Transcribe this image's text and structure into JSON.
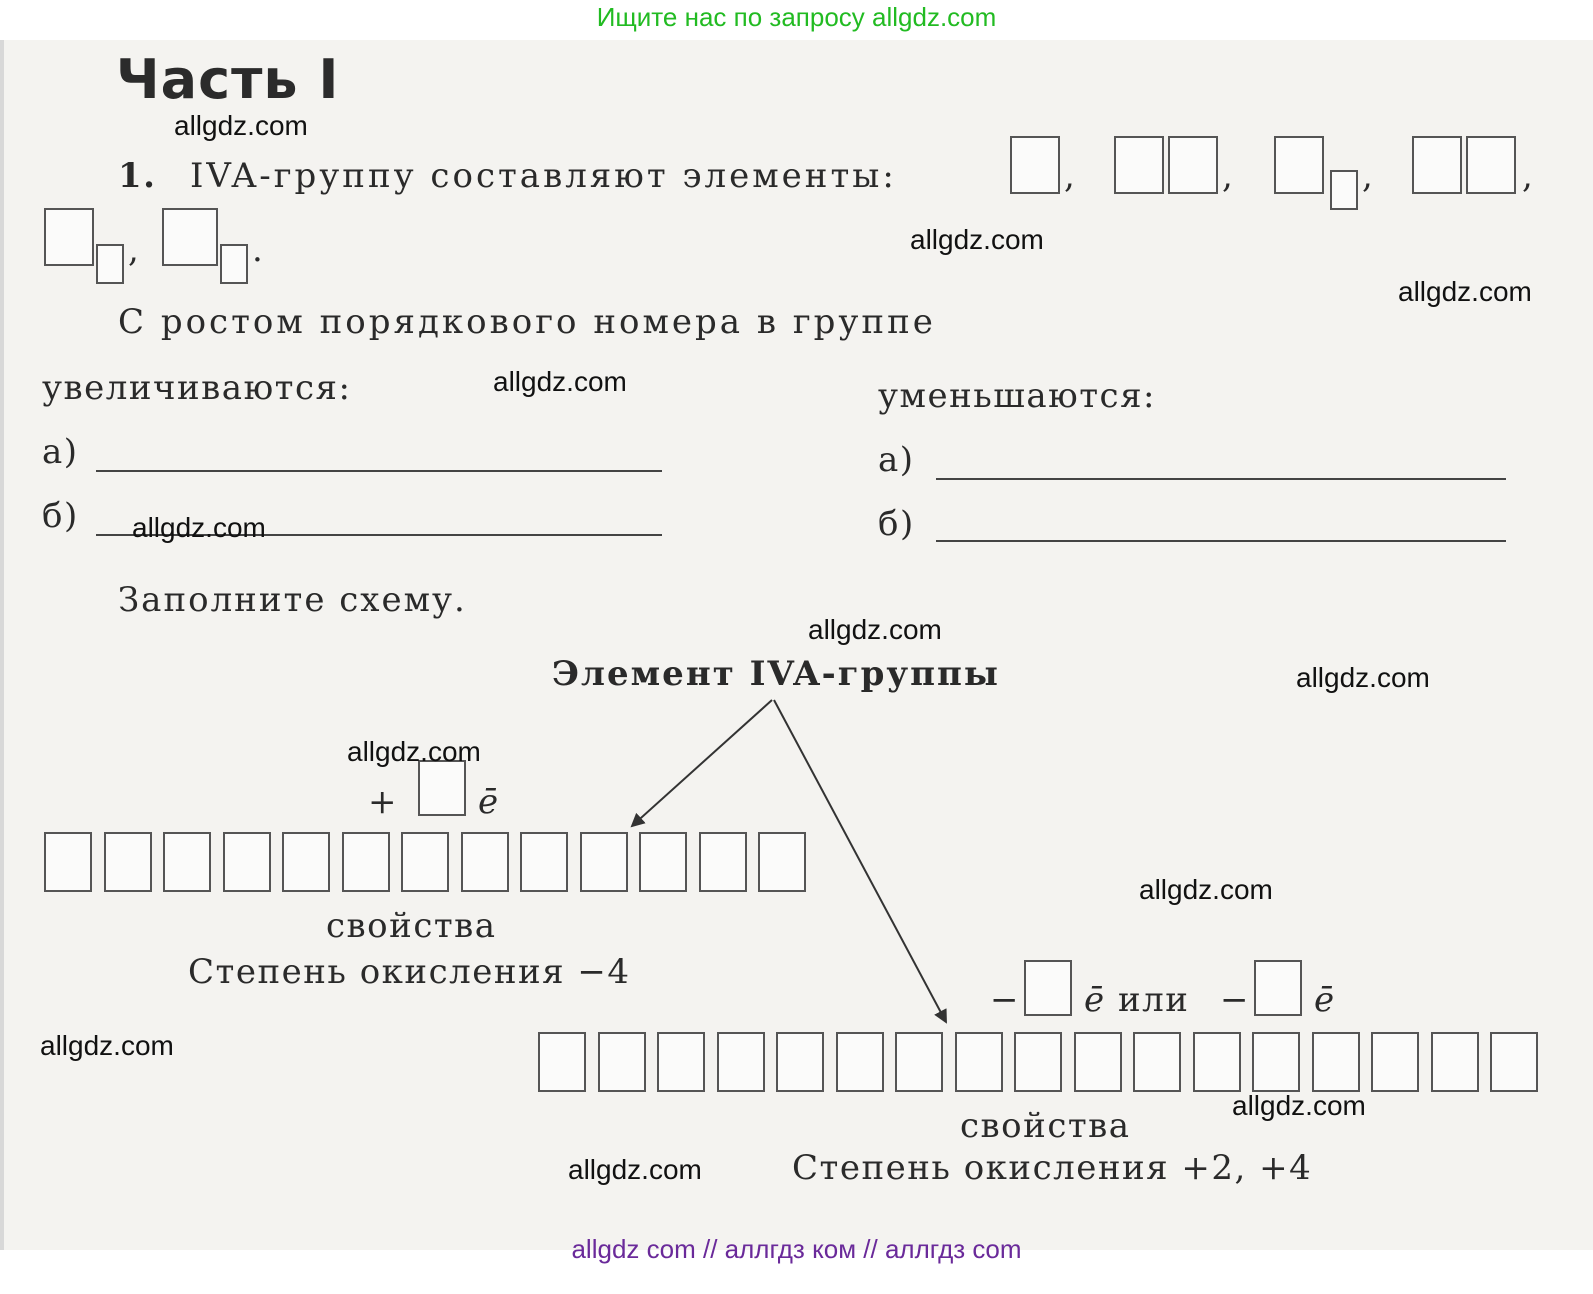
{
  "banner_top": "Ищите нас по запросу allgdz.com",
  "banner_bottom": "allgdz com  //  аллгдз ком  //  аллгдз com",
  "watermark": "allgdz.com",
  "part_title": "Часть I",
  "q1": {
    "number": "1.",
    "text": "IVA-группу составляют элементы:",
    "comma": ",",
    "period": "."
  },
  "group_trend": {
    "intro": "С ростом порядкового номера в группе",
    "increase_label": "увеличиваются:",
    "decrease_label": "уменьшаются:",
    "item_a": "а)",
    "item_b": "б)"
  },
  "scheme": {
    "instruction": "Заполните схему.",
    "root": "Элемент IVA-группы",
    "left_plus": "+",
    "electron": "ē",
    "left_properties": "свойства",
    "left_oxidation": "Степень окисления  −4",
    "right_minus": "−",
    "right_or": "или",
    "right_properties": "свойства",
    "right_oxidation": "Степень окисления  +2,  +4"
  }
}
